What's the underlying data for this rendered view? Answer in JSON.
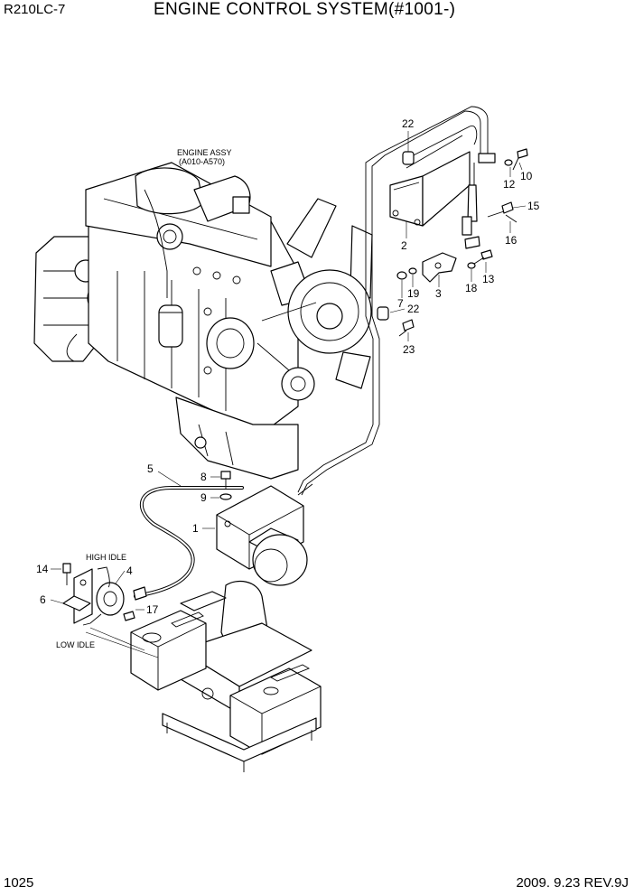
{
  "header": {
    "model": "R210LC-7",
    "title": "ENGINE CONTROL SYSTEM(#1001-)"
  },
  "footer": {
    "page_number": "1025",
    "revision": "2009. 9.23  REV.9J"
  },
  "notes": {
    "engine_assy_line1": "ENGINE ASSY",
    "engine_assy_line2": "(A010-A570)",
    "high_idle": "HIGH IDLE",
    "low_idle": "LOW IDLE"
  },
  "callouts": [
    {
      "id": "22a",
      "label": "22"
    },
    {
      "id": "10",
      "label": "10"
    },
    {
      "id": "12",
      "label": "12"
    },
    {
      "id": "15",
      "label": "15"
    },
    {
      "id": "16",
      "label": "16"
    },
    {
      "id": "2",
      "label": "2"
    },
    {
      "id": "13",
      "label": "13"
    },
    {
      "id": "18",
      "label": "18"
    },
    {
      "id": "3",
      "label": "3"
    },
    {
      "id": "19",
      "label": "19"
    },
    {
      "id": "7",
      "label": "7"
    },
    {
      "id": "22b",
      "label": "22"
    },
    {
      "id": "23",
      "label": "23"
    },
    {
      "id": "5",
      "label": "5"
    },
    {
      "id": "8",
      "label": "8"
    },
    {
      "id": "9",
      "label": "9"
    },
    {
      "id": "1",
      "label": "1"
    },
    {
      "id": "14",
      "label": "14"
    },
    {
      "id": "4",
      "label": "4"
    },
    {
      "id": "6",
      "label": "6"
    },
    {
      "id": "17",
      "label": "17"
    }
  ]
}
